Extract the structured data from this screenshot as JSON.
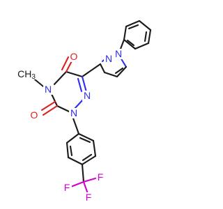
{
  "molecule": {
    "labels": {
      "pyrazole_n1": "N",
      "pyrazole_n2": "N",
      "triazine_n2": "N",
      "triazine_n1": "N",
      "triazine_n4": "N",
      "methyl": "CH3",
      "carbonyl_o5": "O",
      "carbonyl_o3": "O",
      "f_left": "F",
      "f_mid": "F",
      "f_right": "F"
    },
    "colors": {
      "carbon": "#1a1a1a",
      "nitrogen": "#2d2df0",
      "oxygen": "#e02020",
      "fluorine": "#d000d0"
    }
  }
}
